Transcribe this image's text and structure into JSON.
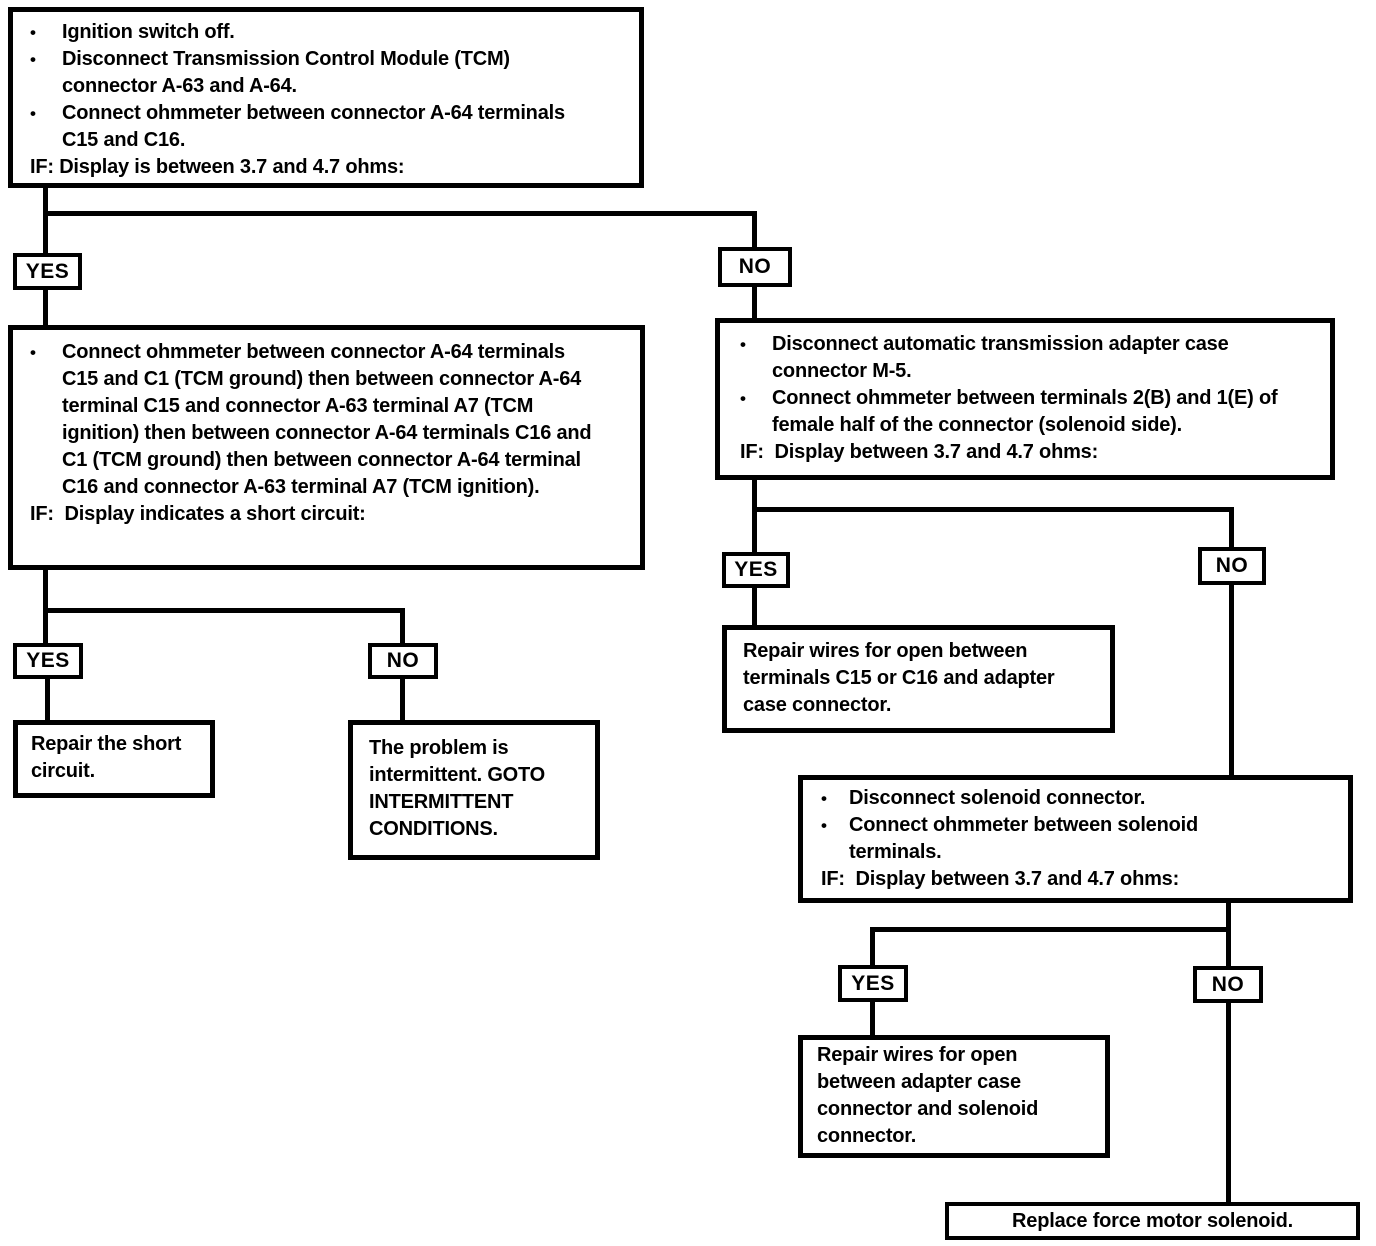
{
  "diagram": {
    "background": "#ffffff",
    "line_color": "#000000",
    "text_color": "#000000",
    "labels": {
      "yes": "YES",
      "no": "NO"
    },
    "nodes": {
      "start": {
        "bullets": [
          "Ignition switch off.",
          "Disconnect Transmission Control Module (TCM) connector A-63 and A-64.",
          "Connect ohmmeter between connector A-64 terminals C15 and C16."
        ],
        "condition": "IF: Display is between 3.7 and 4.7 ohms:"
      },
      "short_circuit_test": {
        "bullets": [
          "Connect ohmmeter between connector A-64 terminals C15 and C1 (TCM ground) then between connector A-64 terminal C15 and connector A-63 terminal A7 (TCM ignition) then between connector A-64 terminals C16 and C1 (TCM ground) then between connector A-64 terminal C16 and connector A-63 terminal A7 (TCM ignition)."
        ],
        "condition": "IF:  Display indicates a short circuit:"
      },
      "repair_short": {
        "text": "Repair the short circuit."
      },
      "intermittent": {
        "text_normal": "The problem is intermittent. GOTO ",
        "text_bold": "INTERMITTENT CONDITIONS."
      },
      "adapter_case_test": {
        "bullets": [
          "Disconnect automatic transmission adapter case connector M-5.",
          "Connect ohmmeter between terminals 2(B) and 1(E) of female half of the connector (solenoid side)."
        ],
        "condition": "IF:  Display between 3.7 and 4.7 ohms:"
      },
      "repair_open_adapter": {
        "text": "Repair wires for open between terminals C15 or C16 and adapter case connector."
      },
      "solenoid_test": {
        "bullets": [
          "Disconnect solenoid connector.",
          "Connect ohmmeter between solenoid terminals."
        ],
        "condition": "IF:  Display between 3.7 and 4.7 ohms:"
      },
      "repair_open_solenoid": {
        "text": "Repair wires for open between adapter case connector and solenoid connector."
      },
      "replace_solenoid": {
        "text": "Replace force motor solenoid."
      }
    }
  }
}
